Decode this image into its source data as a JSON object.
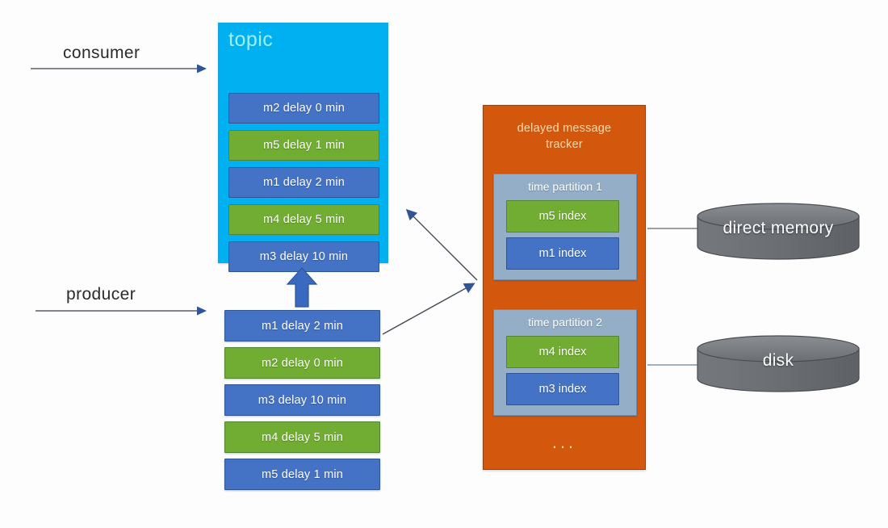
{
  "flows": {
    "consumer_label": "consumer",
    "producer_label": "producer"
  },
  "topic": {
    "title": "topic",
    "messages": [
      {
        "text": "m2  delay 0 min",
        "color": "blue"
      },
      {
        "text": "m5  delay 1 min",
        "color": "green"
      },
      {
        "text": "m1  delay 2 min",
        "color": "blue"
      },
      {
        "text": "m4  delay 5 min",
        "color": "green"
      },
      {
        "text": "m3  delay 10 min",
        "color": "blue"
      }
    ]
  },
  "producer_queue": {
    "messages": [
      {
        "text": "m1  delay 2 min",
        "color": "blue"
      },
      {
        "text": "m2  delay 0 min",
        "color": "green"
      },
      {
        "text": "m3  delay 10 min",
        "color": "blue"
      },
      {
        "text": "m4  delay 5 min",
        "color": "green"
      },
      {
        "text": "m5  delay 1 min",
        "color": "blue"
      }
    ]
  },
  "tracker": {
    "title_line1": "delayed message",
    "title_line2": "tracker",
    "ellipsis": "...",
    "partitions": [
      {
        "title": "time partition 1",
        "indexes": [
          {
            "text": "m5 index",
            "color": "green"
          },
          {
            "text": "m1 index",
            "color": "blue"
          }
        ]
      },
      {
        "title": "time partition 2",
        "indexes": [
          {
            "text": "m4 index",
            "color": "green"
          },
          {
            "text": "m3 index",
            "color": "blue"
          }
        ]
      }
    ]
  },
  "storage": {
    "direct_memory_label": "direct memory",
    "disk_label": "disk"
  },
  "colors": {
    "topic_fill": "#00b0f0",
    "tracker_fill": "#d4570e",
    "partition_fill": "#93aec6",
    "message_blue": "#4472c4",
    "message_green": "#70ad32",
    "cylinder_fill": "#6e7175",
    "arrow_blue": "#2f5597",
    "line_gray": "#5b5f66"
  }
}
